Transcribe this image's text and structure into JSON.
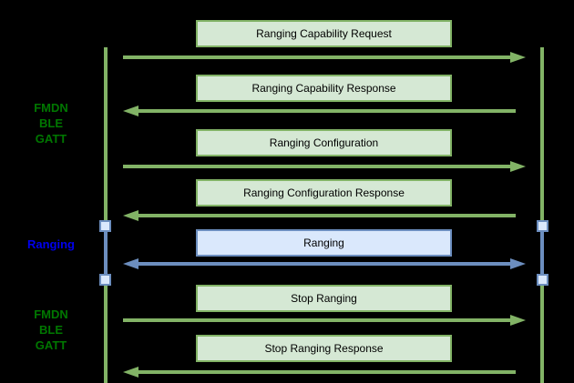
{
  "diagram": {
    "type": "sequence-diagram",
    "background": "#000000",
    "colors": {
      "green_stroke": "#82B366",
      "green_fill": "#D5E8D4",
      "blue_stroke": "#6C8EBF",
      "blue_fill": "#DAE8FC",
      "green_label_text": "#007700",
      "blue_label_text": "#0000EE",
      "box_text": "#000000"
    },
    "sections": [
      {
        "label": "FMDN\nBLE\nGATT",
        "channel": "fmdn-ble-gatt"
      },
      {
        "label": "Ranging",
        "channel": "ranging"
      },
      {
        "label": "FMDN\nBLE\nGATT",
        "channel": "fmdn-ble-gatt"
      }
    ],
    "messages": [
      {
        "label": "Ranging Capability Request",
        "direction": "right",
        "channel": "fmdn-ble-gatt"
      },
      {
        "label": "Ranging Capability Response",
        "direction": "left",
        "channel": "fmdn-ble-gatt"
      },
      {
        "label": "Ranging Configuration",
        "direction": "right",
        "channel": "fmdn-ble-gatt"
      },
      {
        "label": "Ranging Configuration Response",
        "direction": "left",
        "channel": "fmdn-ble-gatt"
      },
      {
        "label": "Ranging",
        "direction": "both",
        "channel": "ranging"
      },
      {
        "label": "Stop Ranging",
        "direction": "right",
        "channel": "fmdn-ble-gatt"
      },
      {
        "label": "Stop Ranging Response",
        "direction": "left",
        "channel": "fmdn-ble-gatt"
      }
    ],
    "lifelines": [
      {
        "side": "left"
      },
      {
        "side": "right"
      }
    ],
    "activation_markers": 4
  }
}
